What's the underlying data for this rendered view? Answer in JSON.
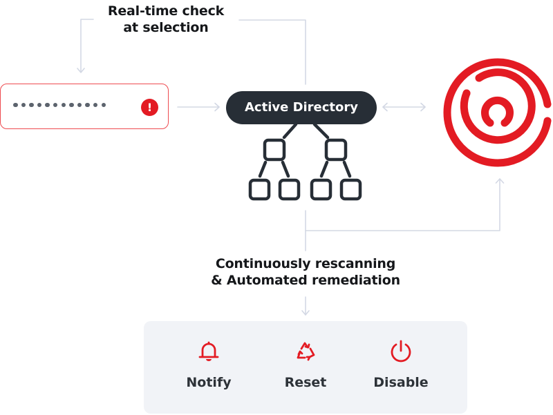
{
  "diagram": {
    "top_label_lines": [
      "Real-time check",
      "at selection"
    ],
    "password_field": {
      "masked_char_count": 12,
      "status_icon": "warning-icon",
      "status_glyph": "!"
    },
    "central_node": {
      "label": "Active Directory",
      "icon": "hierarchy-tree-icon"
    },
    "logo": {
      "icon": "maze-circle-logo"
    },
    "bottom_label_lines": [
      "Continuously rescanning",
      "& Automated remediation"
    ],
    "actions": [
      {
        "label": "Notify",
        "icon": "bell-icon"
      },
      {
        "label": "Reset",
        "icon": "recycle-icon"
      },
      {
        "label": "Disable",
        "icon": "power-icon"
      }
    ],
    "colors": {
      "accent_red": "#e31b23",
      "dark": "#272e36",
      "connector": "#d3d8e4",
      "panel_bg": "#f1f3f7"
    }
  }
}
